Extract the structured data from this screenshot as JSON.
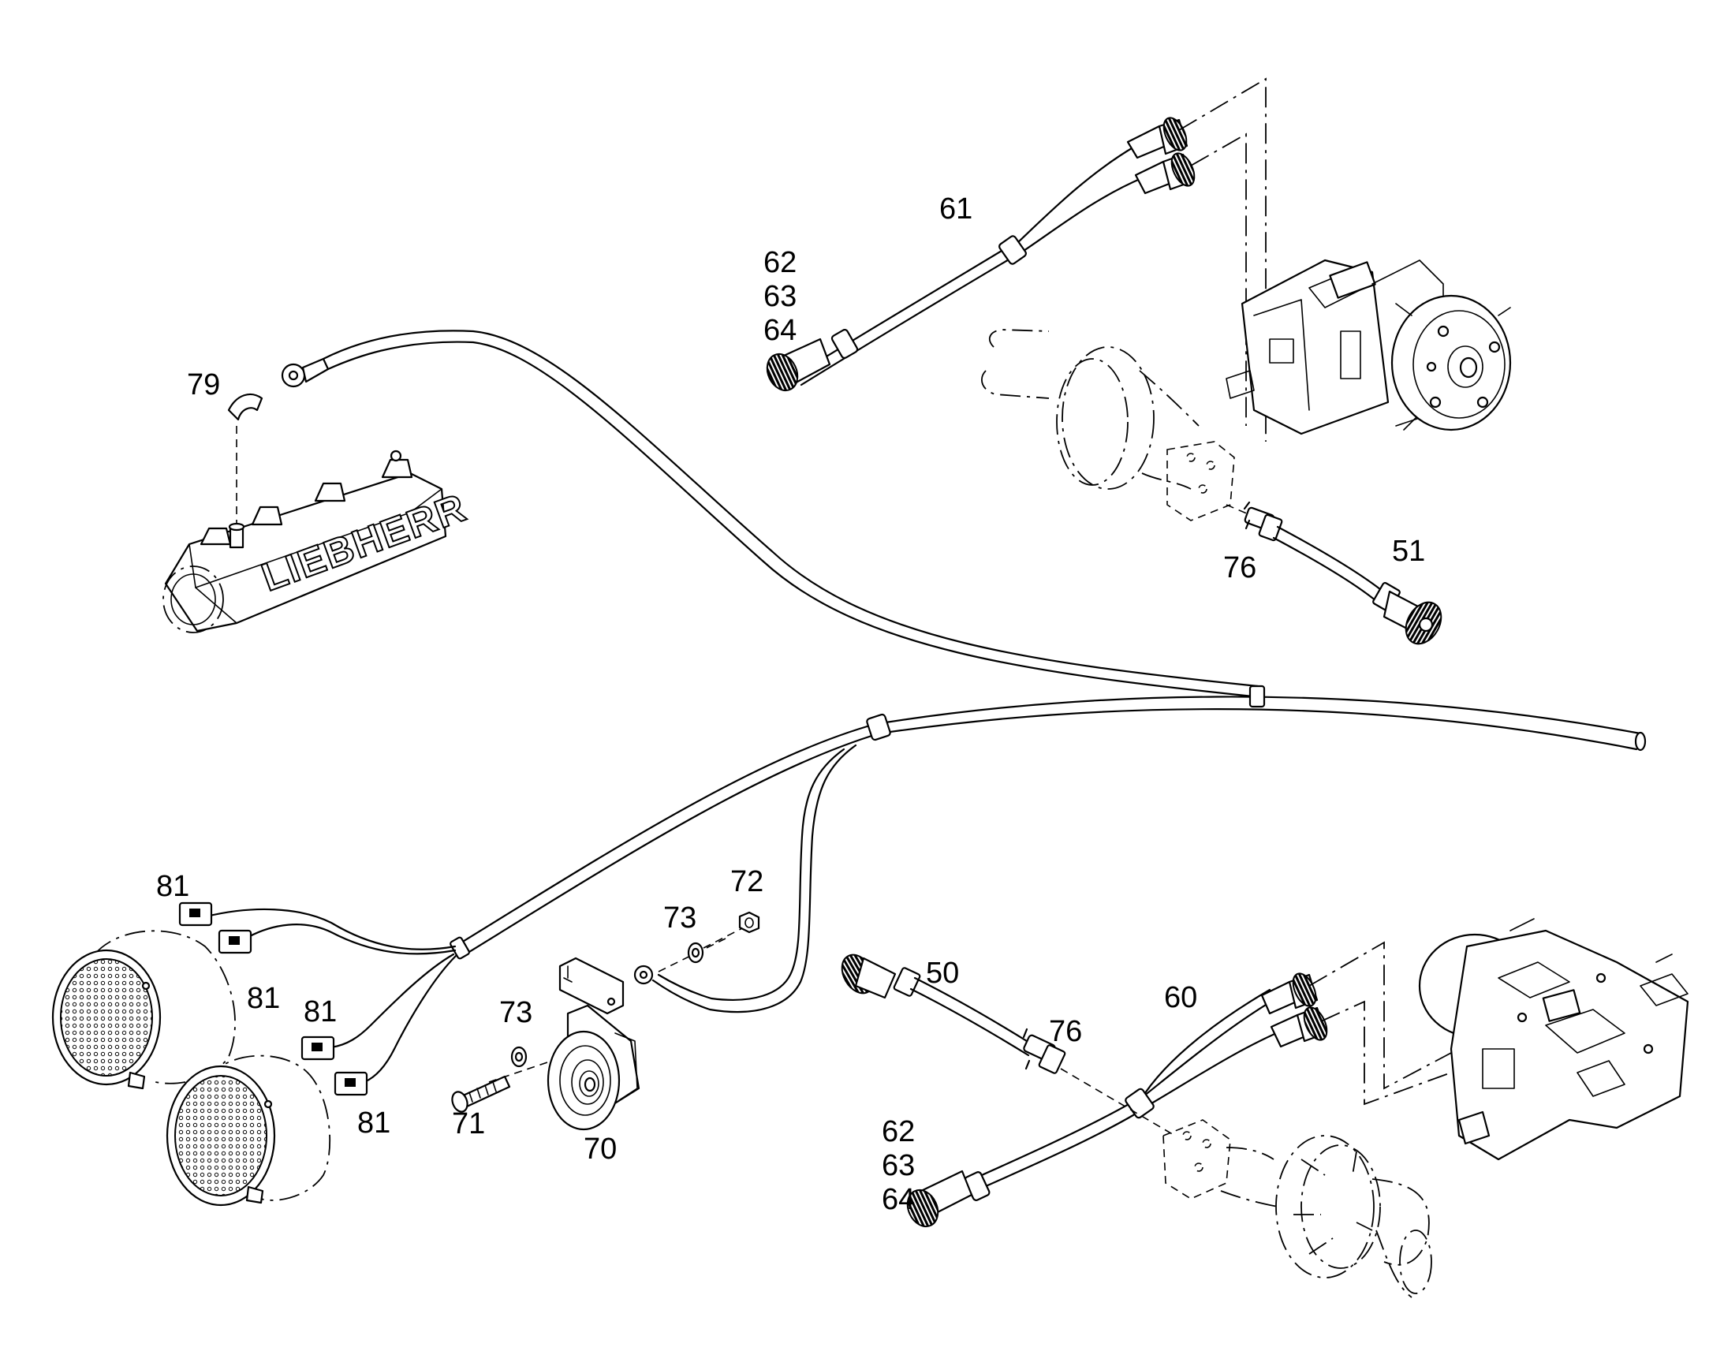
{
  "diagram": {
    "callouts": [
      {
        "id": "c61",
        "lines": [
          "61"
        ]
      },
      {
        "id": "c626364a",
        "lines": [
          "62",
          "63",
          "64"
        ]
      },
      {
        "id": "c79",
        "lines": [
          "79"
        ]
      },
      {
        "id": "c76a",
        "lines": [
          "76"
        ]
      },
      {
        "id": "c51",
        "lines": [
          "51"
        ]
      },
      {
        "id": "c81a",
        "lines": [
          "81"
        ]
      },
      {
        "id": "c81b",
        "lines": [
          "81"
        ]
      },
      {
        "id": "c81c",
        "lines": [
          "81"
        ]
      },
      {
        "id": "c81d",
        "lines": [
          "81"
        ]
      },
      {
        "id": "c72",
        "lines": [
          "72"
        ]
      },
      {
        "id": "c73a",
        "lines": [
          "73"
        ]
      },
      {
        "id": "c73b",
        "lines": [
          "73"
        ]
      },
      {
        "id": "c71",
        "lines": [
          "71"
        ]
      },
      {
        "id": "c70",
        "lines": [
          "70"
        ]
      },
      {
        "id": "c50",
        "lines": [
          "50"
        ]
      },
      {
        "id": "c76b",
        "lines": [
          "76"
        ]
      },
      {
        "id": "c60",
        "lines": [
          "60"
        ]
      },
      {
        "id": "c626364b",
        "lines": [
          "62",
          "63",
          "64"
        ]
      }
    ],
    "logo_text": "LIEBHERR"
  }
}
